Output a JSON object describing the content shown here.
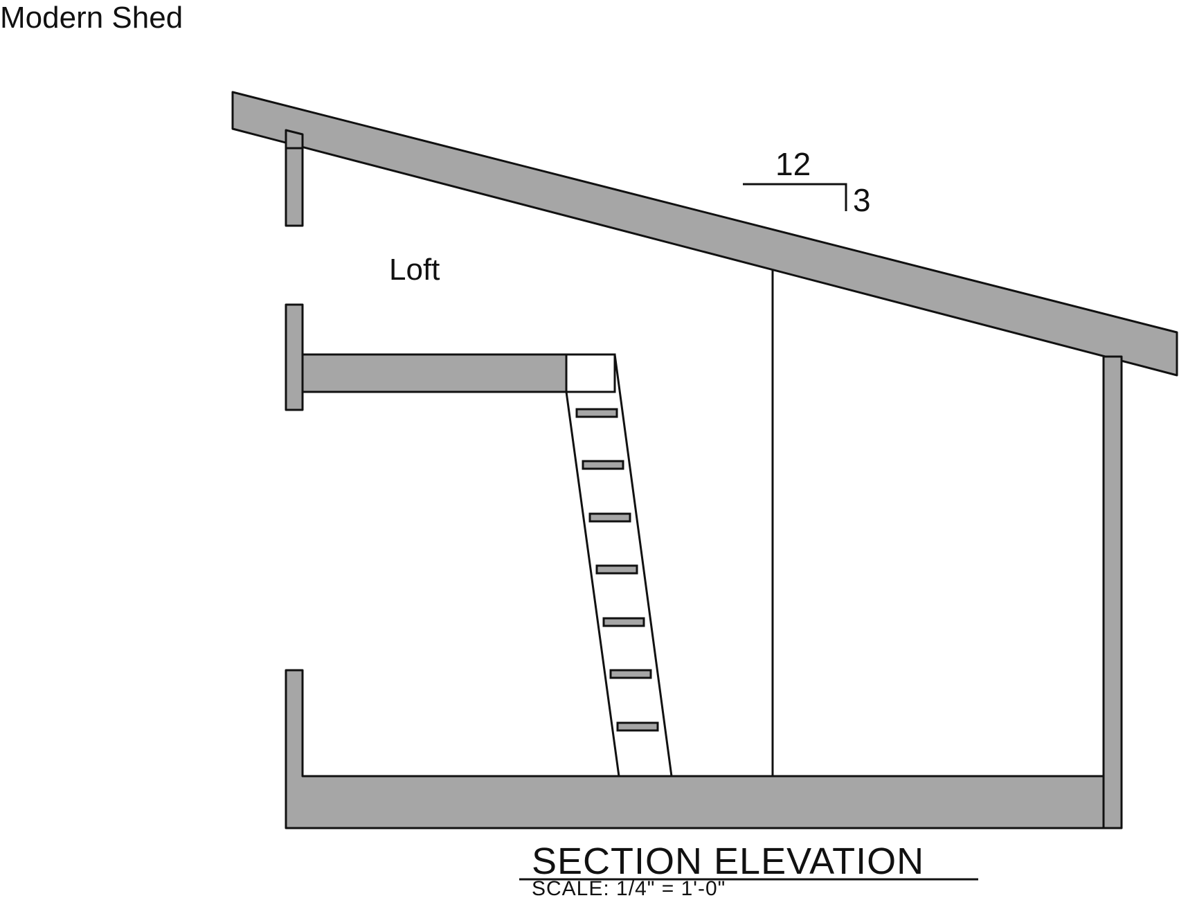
{
  "title": "Modern Shed",
  "room_label": "Loft",
  "roof_pitch": {
    "run": "12",
    "rise": "3"
  },
  "drawing_title": "SECTION ELEVATION",
  "scale_text": "SCALE: 1/4\" = 1'-0\"",
  "colors": {
    "section_fill": "#a6a6a6",
    "ink": "#111111",
    "background": "#ffffff"
  },
  "ladder": {
    "rung_count": 7
  }
}
